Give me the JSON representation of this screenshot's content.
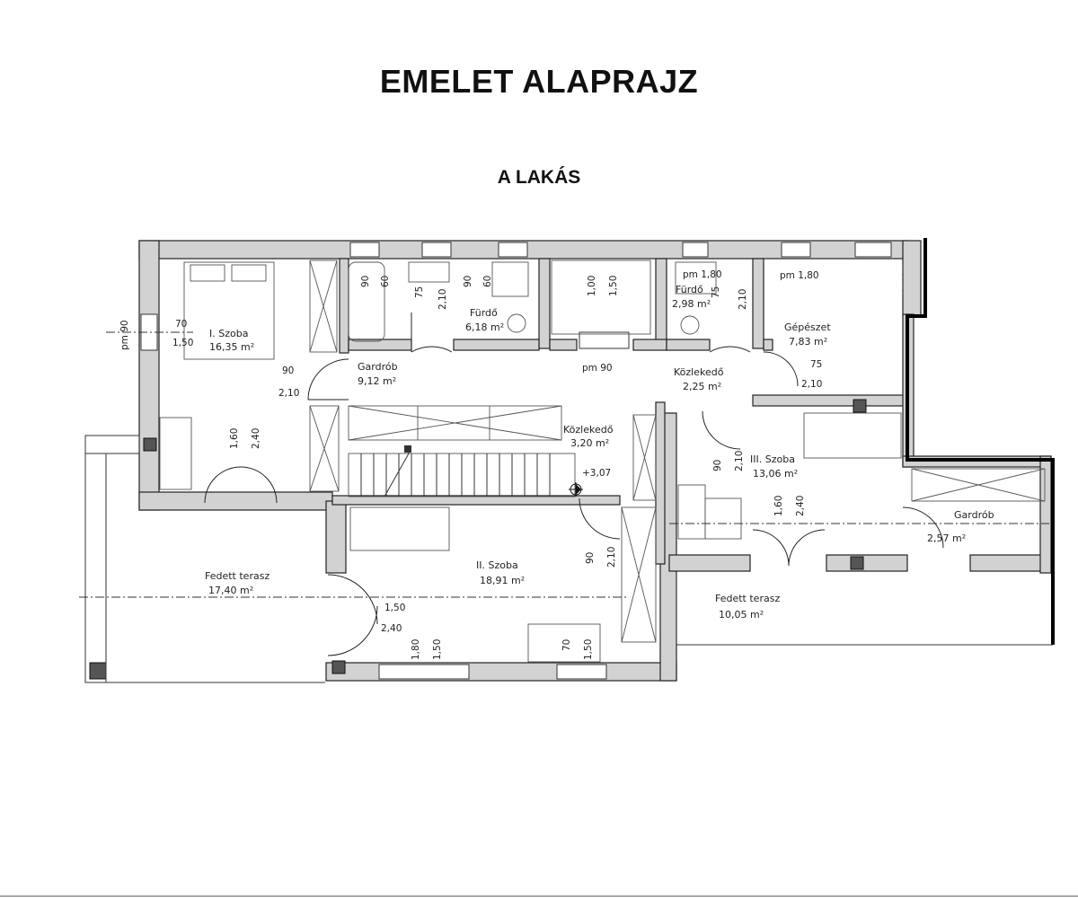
{
  "header": {
    "title": "EMELET ALAPRAJZ",
    "subtitle": "A LAKÁS"
  },
  "rooms": {
    "szoba1": {
      "name": "I. Szoba",
      "area": "16,35 m²"
    },
    "gardrob1": {
      "name": "Gardrób",
      "area": "9,12 m²"
    },
    "furdo1": {
      "name": "Fürdő",
      "area": "6,18 m²"
    },
    "furdo2": {
      "name": "Fürdő",
      "area": "2,98 m²"
    },
    "gepeszet": {
      "name": "Gépészet",
      "area": "7,83 m²"
    },
    "kozlekedo1": {
      "name": "Közlekedő",
      "area": "2,25 m²"
    },
    "kozlekedo2": {
      "name": "Közlekedő",
      "area": "3,20 m²"
    },
    "szoba3": {
      "name": "III. Szoba",
      "area": "13,06 m²"
    },
    "gardrob2": {
      "name": "Gardrób",
      "area": "2,57 m²"
    },
    "szoba2": {
      "name": "II. Szoba",
      "area": "18,91 m²"
    },
    "terasz1": {
      "name": "Fedett terasz",
      "area": "17,40 m²"
    },
    "terasz2": {
      "name": "Fedett terasz",
      "area": "10,05 m²"
    }
  },
  "dimensions": {
    "d_pm90_left": "pm 90",
    "d_70": "70",
    "d_150_left": "1,50",
    "d_90_gard": "90",
    "d_210_gard": "2,10",
    "d_90_bath1": "90",
    "d_60_bath1": "60",
    "d_75_bath1": "75",
    "d_210_bath1": "2,10",
    "d_90_bath1b": "90",
    "d_60_bath1b": "60",
    "d_100_win": "1,00",
    "d_150_win": "1,50",
    "d_pm180_bath2": "pm 1,80",
    "d_75_bath2": "75",
    "d_210_bath2": "2,10",
    "d_pm180_gep": "pm 1,80",
    "d_pm90_corr": "pm 90",
    "d_75_corr": "75",
    "d_210_corr": "2,10",
    "d_160_door": "1,60",
    "d_240_door": "2,40",
    "d_level": "+3,07",
    "d_90_szoba3": "90",
    "d_210_szoba3": "2,10",
    "d_160_szoba3": "1,60",
    "d_240_szoba3": "2,40",
    "d_90_szoba2": "90",
    "d_210_szoba2": "2,10",
    "d_150_ter": "1,50",
    "d_240_ter": "2,40",
    "d_180_win2": "1,80",
    "d_150_win2": "1,50",
    "d_70_win3": "70",
    "d_150_win3": "1,50"
  }
}
